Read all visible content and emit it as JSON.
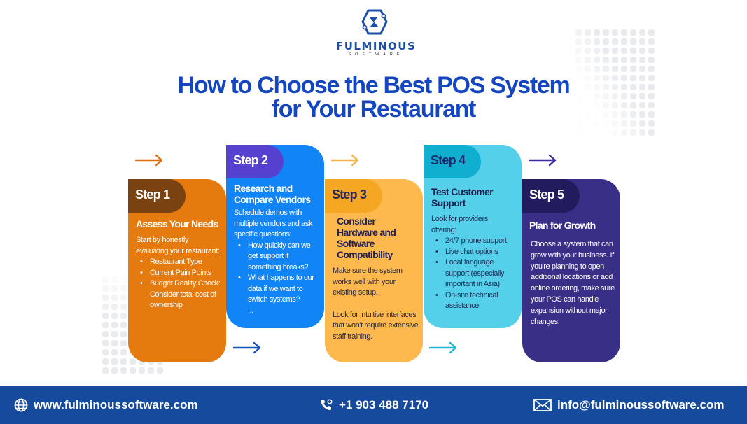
{
  "brand": {
    "name": "FULMINOUS",
    "tagline": "SOFTWARE",
    "primary_color": "#1446c2"
  },
  "title": {
    "line1": "How to Choose the Best POS System",
    "line2": "for Your Restaurant"
  },
  "steps": [
    {
      "tab": "Step 1",
      "heading": "Assess Your Needs",
      "intro": "Start by honestly evaluating your restaurant:",
      "bullets": [
        "Restaurant Type",
        "Current Pain Points",
        "Budget Reality Check: Consider total cost of ownership"
      ],
      "color": "#e57a0f",
      "tab_color": "#7a4210"
    },
    {
      "tab": "Step 2",
      "heading": "Research and Compare Vendors",
      "intro": "Schedule demos with multiple vendors and ask specific questions:",
      "bullets": [
        "How quickly can we get support if something breaks?",
        "What happens to our data if we want to switch systems?"
      ],
      "ellipsis": "...",
      "color": "#1185f5",
      "tab_color": "#5640cf"
    },
    {
      "tab": "Step 3",
      "heading": "Consider Hardware and Software Compatibility",
      "para1": "Make sure the system works well with your existing setup.",
      "para2": "Look for intuitive interfaces that won't require extensive staff training.",
      "color": "#fdb94e",
      "tab_color": "#f5a623"
    },
    {
      "tab": "Step 4",
      "heading": "Test Customer Support",
      "intro": "Look for providers offering:",
      "bullets": [
        "24/7 phone support",
        "Live chat options",
        "Local language support (especially important in Asia)",
        "On-site technical assistance"
      ],
      "color": "#55d0ea",
      "tab_color": "#10aecf"
    },
    {
      "tab": "Step 5",
      "heading": "Plan for Growth",
      "para1": "Choose a system that can grow with your business. If you're planning to open additional locations or add online ordering, make sure your POS can handle expansion without major changes.",
      "color": "#3a2f86",
      "tab_color": "#221c5e"
    }
  ],
  "arrows": [
    {
      "color": "#e0700f"
    },
    {
      "color": "#f7b34a"
    },
    {
      "color": "#3b2ba0"
    },
    {
      "color": "#1652b8"
    },
    {
      "color": "#1fb6cf"
    }
  ],
  "footer": {
    "website": "www.fulminoussoftware.com",
    "phone": "+1 903 488 7170",
    "email": "info@fulminoussoftware.com",
    "background": "#164a9c"
  }
}
